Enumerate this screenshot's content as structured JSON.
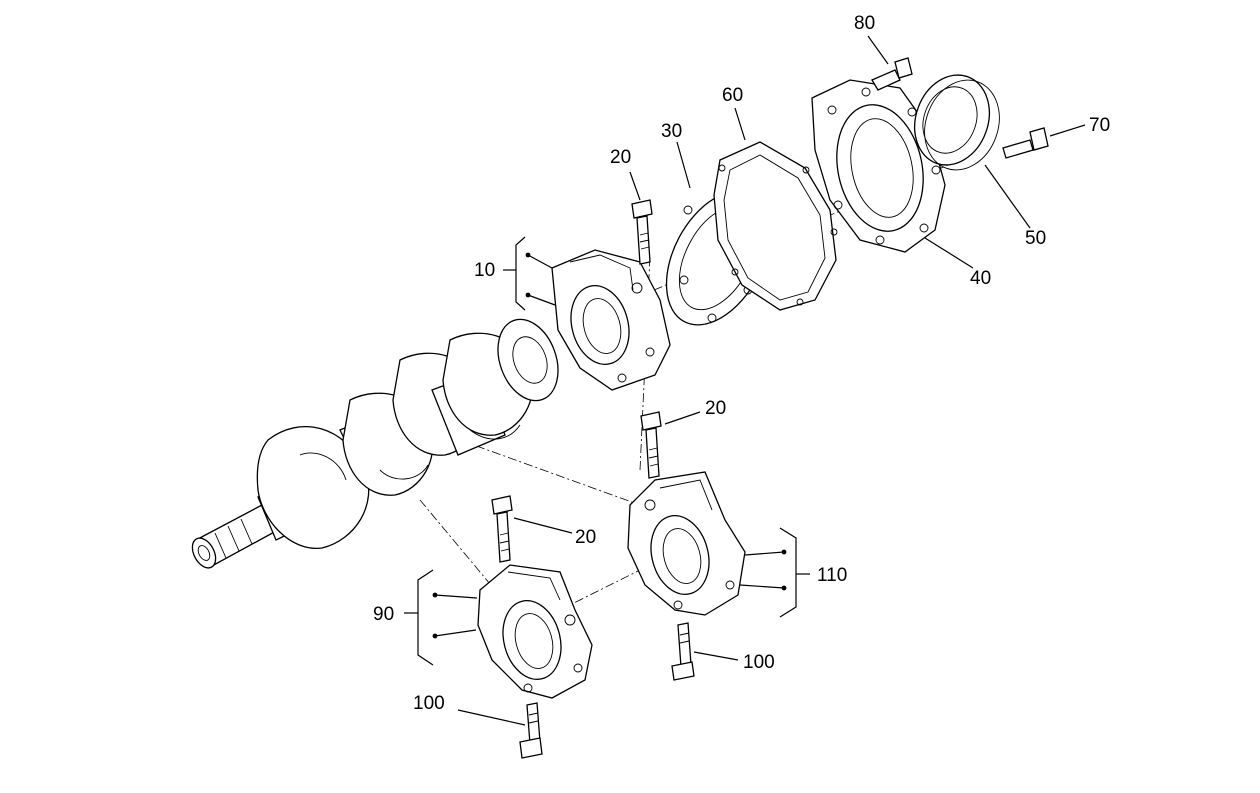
{
  "callouts": {
    "c10": "10",
    "c20a": "20",
    "c20b": "20",
    "c20c": "20",
    "c30": "30",
    "c40": "40",
    "c50": "50",
    "c60": "60",
    "c70": "70",
    "c80": "80",
    "c90": "90",
    "c100a": "100",
    "c100b": "100",
    "c110": "110"
  }
}
